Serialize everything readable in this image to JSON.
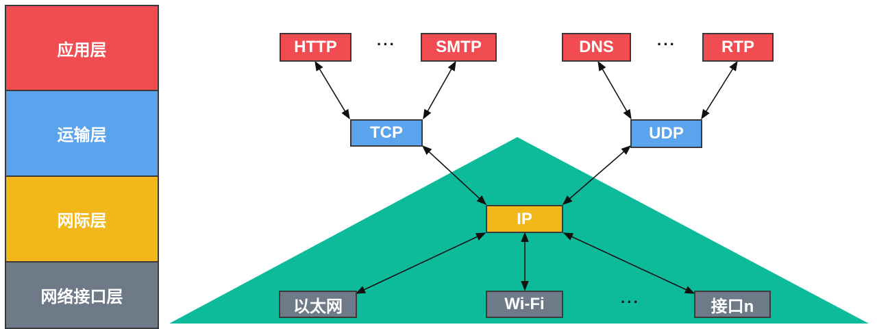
{
  "layers": {
    "application": "应用层",
    "transport": "运输层",
    "internet": "网际层",
    "network_interface": "网络接口层"
  },
  "protocols": {
    "http": "HTTP",
    "smtp": "SMTP",
    "dns": "DNS",
    "rtp": "RTP",
    "tcp": "TCP",
    "udp": "UDP",
    "ip": "IP",
    "ethernet": "以太网",
    "wifi": "Wi-Fi",
    "interface_n": "接口n"
  },
  "ellipsis": {
    "app_left": "···",
    "app_right": "···",
    "link": "···"
  },
  "colors": {
    "application": "#f14c52",
    "transport": "#5aa3ed",
    "internet": "#f2b81b",
    "network_interface": "#6f7a88",
    "triangle": "#0dbb9b"
  }
}
